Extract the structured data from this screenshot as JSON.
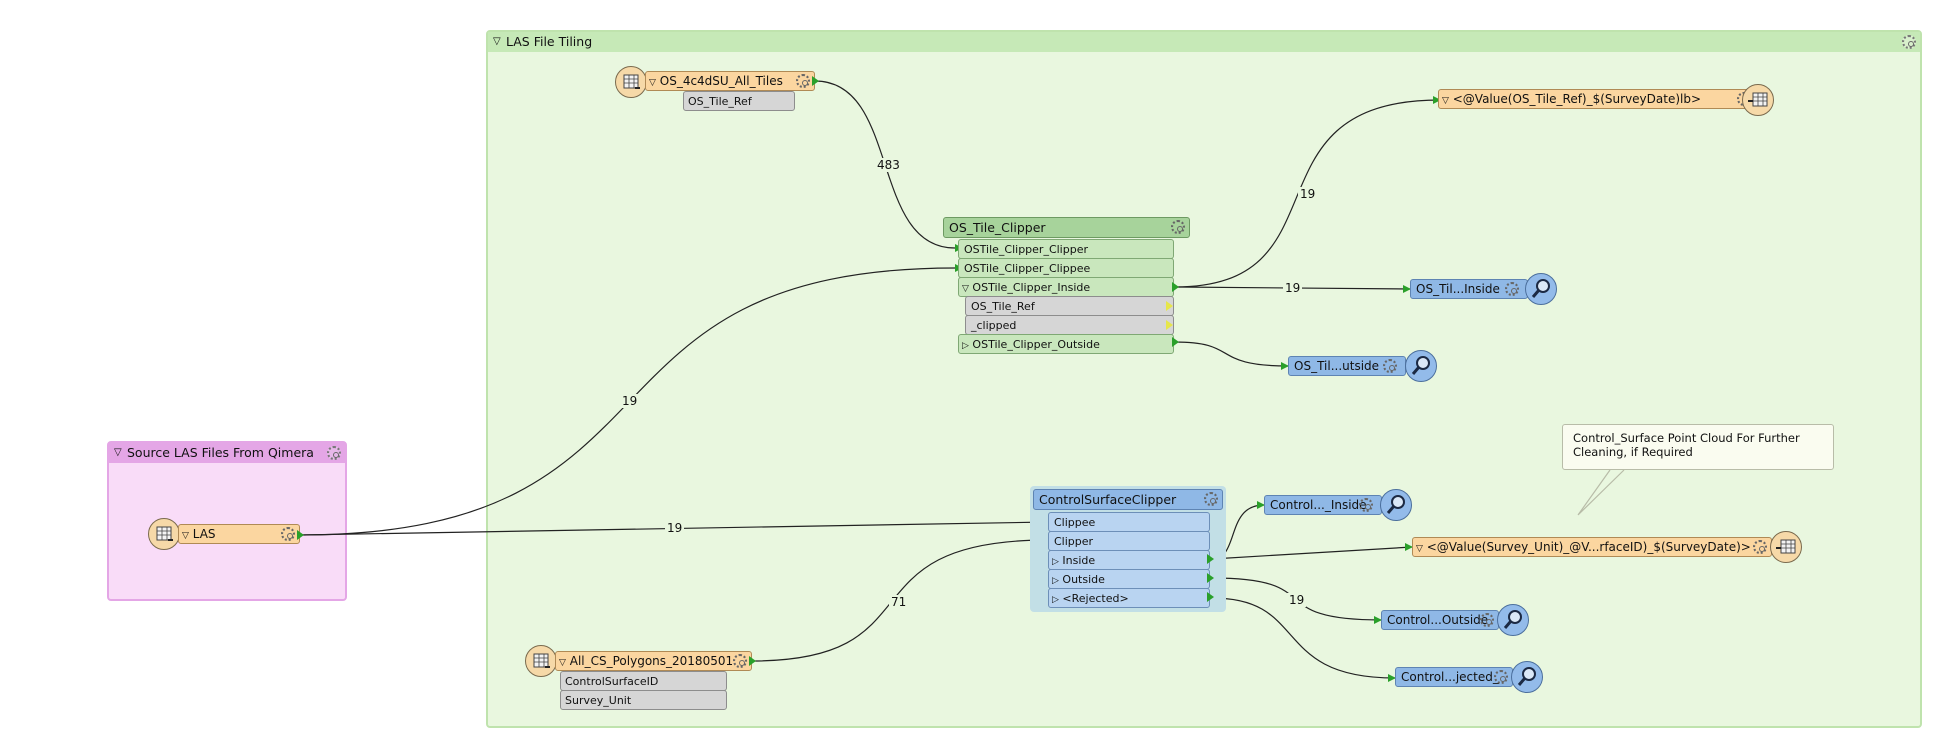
{
  "bookmarks": {
    "las_tiling": {
      "title": "LAS File Tiling"
    },
    "source_las": {
      "title": "Source LAS Files From Qimera"
    }
  },
  "readers": {
    "os_tiles": {
      "name": "OS_4c4dSU_All_Tiles",
      "attrs": [
        "OS_Tile_Ref"
      ]
    },
    "las": {
      "name": "LAS"
    },
    "cs_polygons": {
      "name": "All_CS_Polygons_20180501",
      "attrs": [
        "ControlSurfaceID",
        "Survey_Unit"
      ]
    }
  },
  "transformers": {
    "os_tile_clipper": {
      "name": "OS_Tile_Clipper",
      "ports_in": [
        "OSTile_Clipper_Clipper",
        "OSTile_Clipper_Clippee"
      ],
      "port_inside": "OSTile_Clipper_Inside",
      "inside_attrs": [
        "OS_Tile_Ref",
        "_clipped"
      ],
      "port_outside": "OSTile_Clipper_Outside"
    },
    "control_surface_clipper": {
      "name": "ControlSurfaceClipper",
      "ports_in": [
        "Clippee",
        "Clipper"
      ],
      "ports_out": [
        "Inside",
        "Outside",
        "<Rejected>"
      ]
    }
  },
  "inspectors": {
    "os_inside": "OS_Til...Inside",
    "os_outside": "OS_Til...utside",
    "cs_inside": "Control..._Inside",
    "cs_outside": "Control...Outside",
    "cs_rejected": "Control...jected_"
  },
  "writers": {
    "os_writer": "<@Value(OS_Tile_Ref)_$(SurveyDate)lb>",
    "cs_writer": "<@Value(Survey_Unit)_@V...rfaceID)_$(SurveyDate)>"
  },
  "counts": {
    "tiles_to_clipper": "483",
    "las_to_os_clipper": "19",
    "inside_to_writer": "19",
    "inside_to_inspector": "19",
    "las_to_cs_clipper": "19",
    "polygons_to_cs_clipper": "71",
    "cs_outside": "19"
  },
  "annotation": {
    "text_line1": "Control_Surface Point Cloud For Further",
    "text_line2": "Cleaning, if Required"
  },
  "colors": {
    "bookmark_green": "#e9f7df",
    "bookmark_green_header": "#c6e9b7",
    "bookmark_pink": "#f9dcf8",
    "bookmark_pink_header": "#e4a6e6",
    "reader_orange": "#fbd6a0",
    "transformer_green": "#a7d39b",
    "transformer_blue": "#8fb8e6",
    "port_green": "#2aa02a"
  }
}
